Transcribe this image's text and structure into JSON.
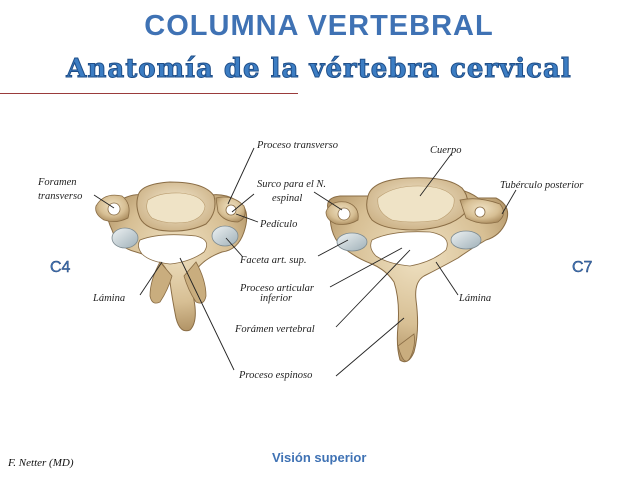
{
  "title": "COLUMNA VERTEBRAL",
  "subtitle": "Anatomía de la vértebra cervical",
  "vertebrae": {
    "left": "C4",
    "right": "C7"
  },
  "labels": {
    "proceso_transverso": "Proceso transverso",
    "cuerpo": "Cuerpo",
    "foramen_line1": "Foramen",
    "foramen_line2": "transverso",
    "surco_line1": "Surco para el N.",
    "surco_line2": "espinal",
    "pediculo": "Pedículo",
    "tuberculo_posterior": "Tubérculo posterior",
    "faceta": "Faceta art. sup.",
    "proceso_articular_line1": "Proceso articular",
    "proceso_articular_line2": "inferior",
    "lamina_left": "Lámina",
    "lamina_right": "Lámina",
    "foramen_vertebral": "Forámen vertebral",
    "proceso_espinoso": "Proceso espinoso"
  },
  "footer": {
    "credit": "F. Netter (MD)",
    "view": "Visión superior"
  },
  "colors": {
    "title": "#3f72b4",
    "bone": "#d7bf94",
    "bone_shadow": "#a98a5c",
    "cartilage": "#c9d2d6"
  }
}
